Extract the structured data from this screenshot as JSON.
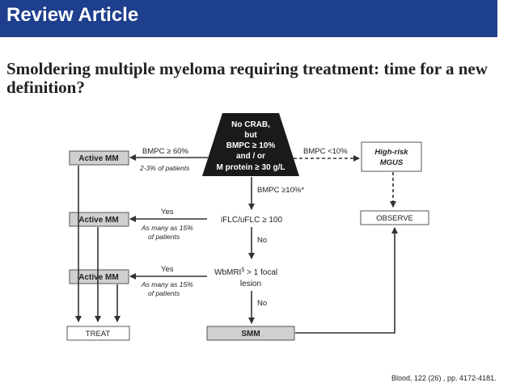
{
  "header": {
    "title": "Review Article"
  },
  "article": {
    "title": "Smoldering multiple myeloma requiring treatment: time for a new definition?"
  },
  "diagram": {
    "start": {
      "lines": [
        "No CRAB,",
        "but",
        "BMPC ≥ 10%",
        "and / or",
        "M protein ≥ 30 g/L"
      ]
    },
    "active_mm": "Active MM",
    "edge_bmpc60": {
      "label": "BMPC ≥ 60%",
      "note": "2-3% of patients"
    },
    "edge_bmpc_lt10": "BMPC <10%",
    "high_risk_mgus": [
      "High-risk",
      "MGUS"
    ],
    "edge_bmpc10": "BMPC ≥10%*",
    "flc_node": "iFLC/uFLC ≥ 100",
    "yes": "Yes",
    "no": "No",
    "note_15": [
      "As many as 15%",
      "of patients"
    ],
    "wbmri": {
      "line1": "WbMRI",
      "sup": "§",
      "line1_rest": " > 1 focal",
      "line2": "lesion"
    },
    "observe": "OBSERVE",
    "smm": "SMM",
    "treat": "TREAT"
  },
  "citation": "Blood, 122 (26) , pp. 4172-4181.",
  "colors": {
    "header_bg": "#1e3f8e",
    "box_gray": "#d0d0d0",
    "start_fill": "#1a1a1a",
    "line": "#333333"
  }
}
